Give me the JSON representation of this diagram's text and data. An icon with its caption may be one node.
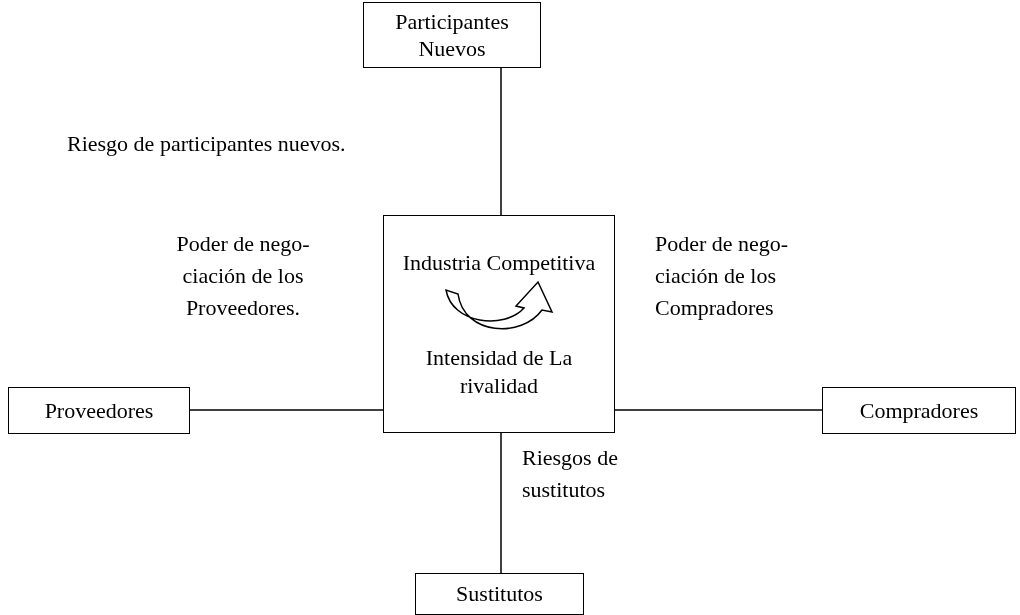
{
  "diagram": {
    "nodes": [
      {
        "text": [
          "Participantes Nuevos"
        ]
      },
      {
        "text": [
          "Industria Competitiva",
          "Intensidad de La rivalidad"
        ]
      },
      {
        "text": [
          "Proveedores"
        ]
      },
      {
        "text": [
          "Compradores"
        ]
      },
      {
        "text": [
          "Sustitutos"
        ]
      }
    ],
    "edges": [
      {
        "from": 0,
        "to": 1,
        "arrow": "none"
      },
      {
        "from": 2,
        "to": 1,
        "arrow": "none"
      },
      {
        "from": 1,
        "to": 3,
        "arrow": "none"
      },
      {
        "from": 1,
        "to": 4,
        "arrow": "none"
      }
    ],
    "labels": [
      "Riesgo de participantes nuevos.",
      "Poder de nego- ciación de los Proveedores.",
      "Poder de nego- ciación de los Compradores",
      "Riesgos de sustitutos"
    ]
  }
}
